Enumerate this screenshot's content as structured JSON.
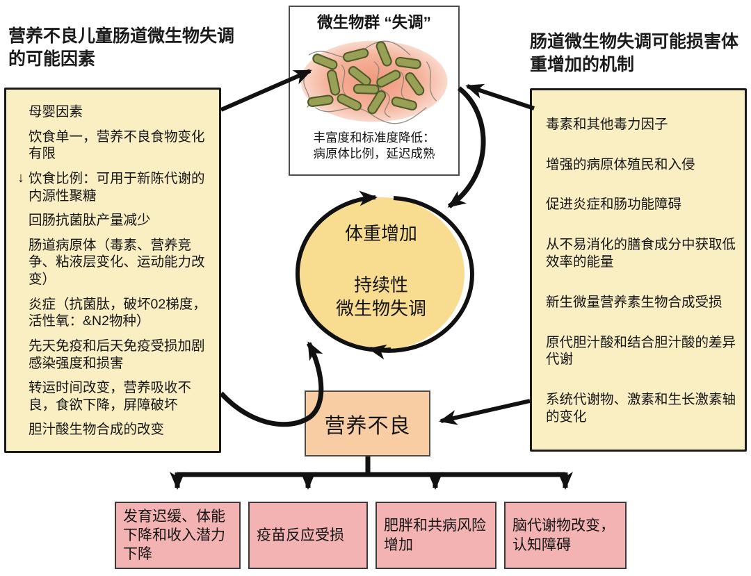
{
  "left_panel": {
    "title": "营养不良儿童肠道微生物失调的可能因素",
    "items": [
      {
        "marker": "",
        "text": "母婴因素"
      },
      {
        "marker": "",
        "text": "饮食单一，营养不良食物变化有限"
      },
      {
        "marker": "↓",
        "text": "饮食比例：可用于新陈代谢的内源性聚糖"
      },
      {
        "marker": "",
        "text": "回肠抗菌肽产量减少"
      },
      {
        "marker": "",
        "text": "肠道病原体（毒素、营养竞争、粘液层变化、运动能力改变）"
      },
      {
        "marker": "",
        "text": "炎症（抗菌肽，破坏02梯度，活性氧：&N2物种）"
      },
      {
        "marker": "",
        "text": "先天免疫和后天免疫受损加剧感染强度和损害"
      },
      {
        "marker": "",
        "text": "转运时间改变，营养吸收不良，食欲下降，屏障破坏"
      },
      {
        "marker": "",
        "text": "胆汁酸生物合成的改变"
      }
    ]
  },
  "top_box": {
    "title": "微生物群 “失调”",
    "caption": "丰富度和标准度降低：\n病原体比例，延迟成熟",
    "image_name": "bacteria-illustration"
  },
  "right_panel": {
    "title": "肠道微生物失调可能损害体重增加的机制",
    "items": [
      {
        "marker": "",
        "text": "毒素和其他毒力因子"
      },
      {
        "marker": "",
        "text": "增强的病原体殖民和入侵"
      },
      {
        "marker": "",
        "text": "促进炎症和肠功能障碍"
      },
      {
        "marker": "",
        "text": "从不易消化的膳食成分中获取低效率的能量"
      },
      {
        "marker": "",
        "text": "新生微量营养素生物合成受损"
      },
      {
        "marker": "",
        "text": "原代胆汁酸和结合胆汁酸的差异代谢"
      },
      {
        "marker": "",
        "text": "系统代谢物、激素和生长激素轴的变化"
      }
    ]
  },
  "cycle_circle": {
    "line1": "体重增加",
    "line2": "持续性",
    "line3": "微生物失调"
  },
  "malnutrition_box": {
    "label": "营养不良"
  },
  "outcomes": [
    {
      "text": "发育迟缓、体能下降和收入潜力下降"
    },
    {
      "text": "疫苗反应受损"
    },
    {
      "text": "肥胖和共病风险增加"
    },
    {
      "text": "脑代谢物改变，认知障碍"
    }
  ],
  "colors": {
    "panel_yellow": "#F9EFC3",
    "circle_gold": "#F8DC8F",
    "malnutrition_orange": "#F8CDA3",
    "outcome_pink": "#F3B3B3",
    "arrow_black": "#111111",
    "bacteria_green": "#97A054",
    "glow_pink": "#F2A58E"
  }
}
